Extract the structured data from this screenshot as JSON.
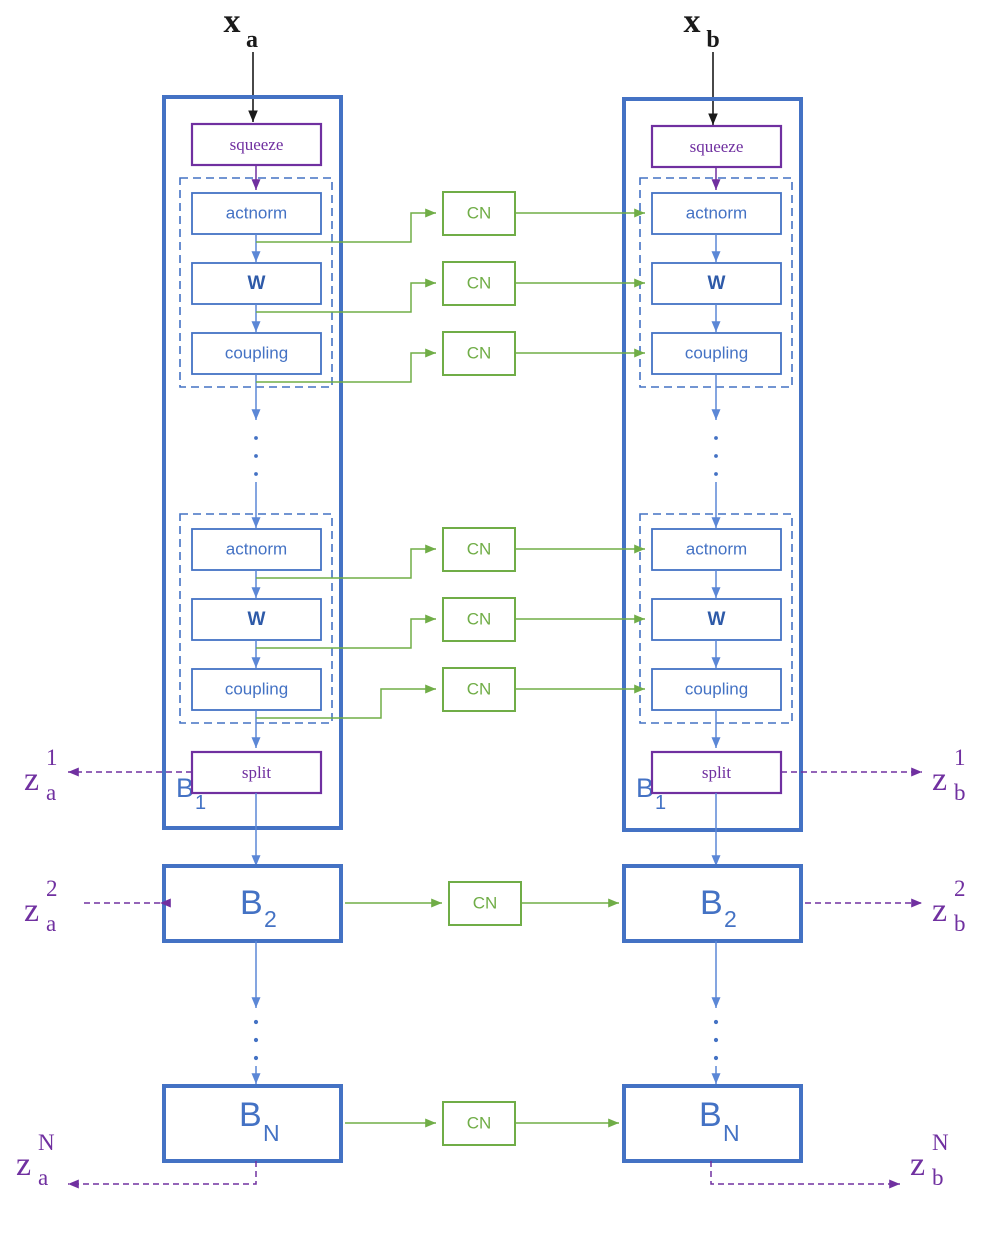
{
  "diagram": {
    "title": "Dual-branch normalizing flow (Glow) with conditional networks",
    "colors": {
      "blue": "#4472c4",
      "blue_dark": "#2e5aa8",
      "green": "#70ad47",
      "purple": "#7030a0",
      "black": "#1a1a1a",
      "background": "#ffffff"
    },
    "inputs": [
      {
        "id": "x-a",
        "base": "x",
        "sub": "a"
      },
      {
        "id": "x-b",
        "base": "x",
        "sub": "b"
      }
    ],
    "branches": [
      {
        "id": "branch-a",
        "side": "left",
        "block_label_base": "B",
        "block_label_sub": "1"
      },
      {
        "id": "branch-b",
        "side": "right",
        "block_label_base": "B",
        "block_label_sub": "1"
      }
    ],
    "flow_steps": {
      "squeeze": "squeeze",
      "split": "split",
      "actnorm": "actnorm",
      "invconv": "W",
      "coupling": "coupling"
    },
    "step_groups": [
      {
        "id": "step-group-first",
        "steps": [
          "actnorm",
          "W",
          "coupling"
        ]
      },
      {
        "id": "step-group-last",
        "steps": [
          "actnorm",
          "W",
          "coupling"
        ]
      }
    ],
    "conditional_label": "CN",
    "conditional_networks": [
      {
        "id": "cn-1-actnorm",
        "label": "CN"
      },
      {
        "id": "cn-1-w",
        "label": "CN"
      },
      {
        "id": "cn-1-coupling",
        "label": "CN"
      },
      {
        "id": "cn-k-actnorm",
        "label": "CN"
      },
      {
        "id": "cn-k-w",
        "label": "CN"
      },
      {
        "id": "cn-k-coupling",
        "label": "CN"
      },
      {
        "id": "cn-b2",
        "label": "CN"
      },
      {
        "id": "cn-bn",
        "label": "CN"
      }
    ],
    "blocks": [
      {
        "id": "block-1",
        "base": "B",
        "sub": "1"
      },
      {
        "id": "block-2",
        "base": "B",
        "sub": "2"
      },
      {
        "id": "block-n",
        "base": "B",
        "sub": "N"
      }
    ],
    "latents": [
      {
        "id": "z-a-1",
        "base": "z",
        "sup": "1",
        "sub": "a"
      },
      {
        "id": "z-b-1",
        "base": "z",
        "sup": "1",
        "sub": "b"
      },
      {
        "id": "z-a-2",
        "base": "z",
        "sup": "2",
        "sub": "a"
      },
      {
        "id": "z-b-2",
        "base": "z",
        "sup": "2",
        "sub": "b"
      },
      {
        "id": "z-a-N",
        "base": "z",
        "sup": "N",
        "sub": "a"
      },
      {
        "id": "z-b-N",
        "base": "z",
        "sup": "N",
        "sub": "b"
      }
    ],
    "ellipsis_glyph": "·"
  }
}
